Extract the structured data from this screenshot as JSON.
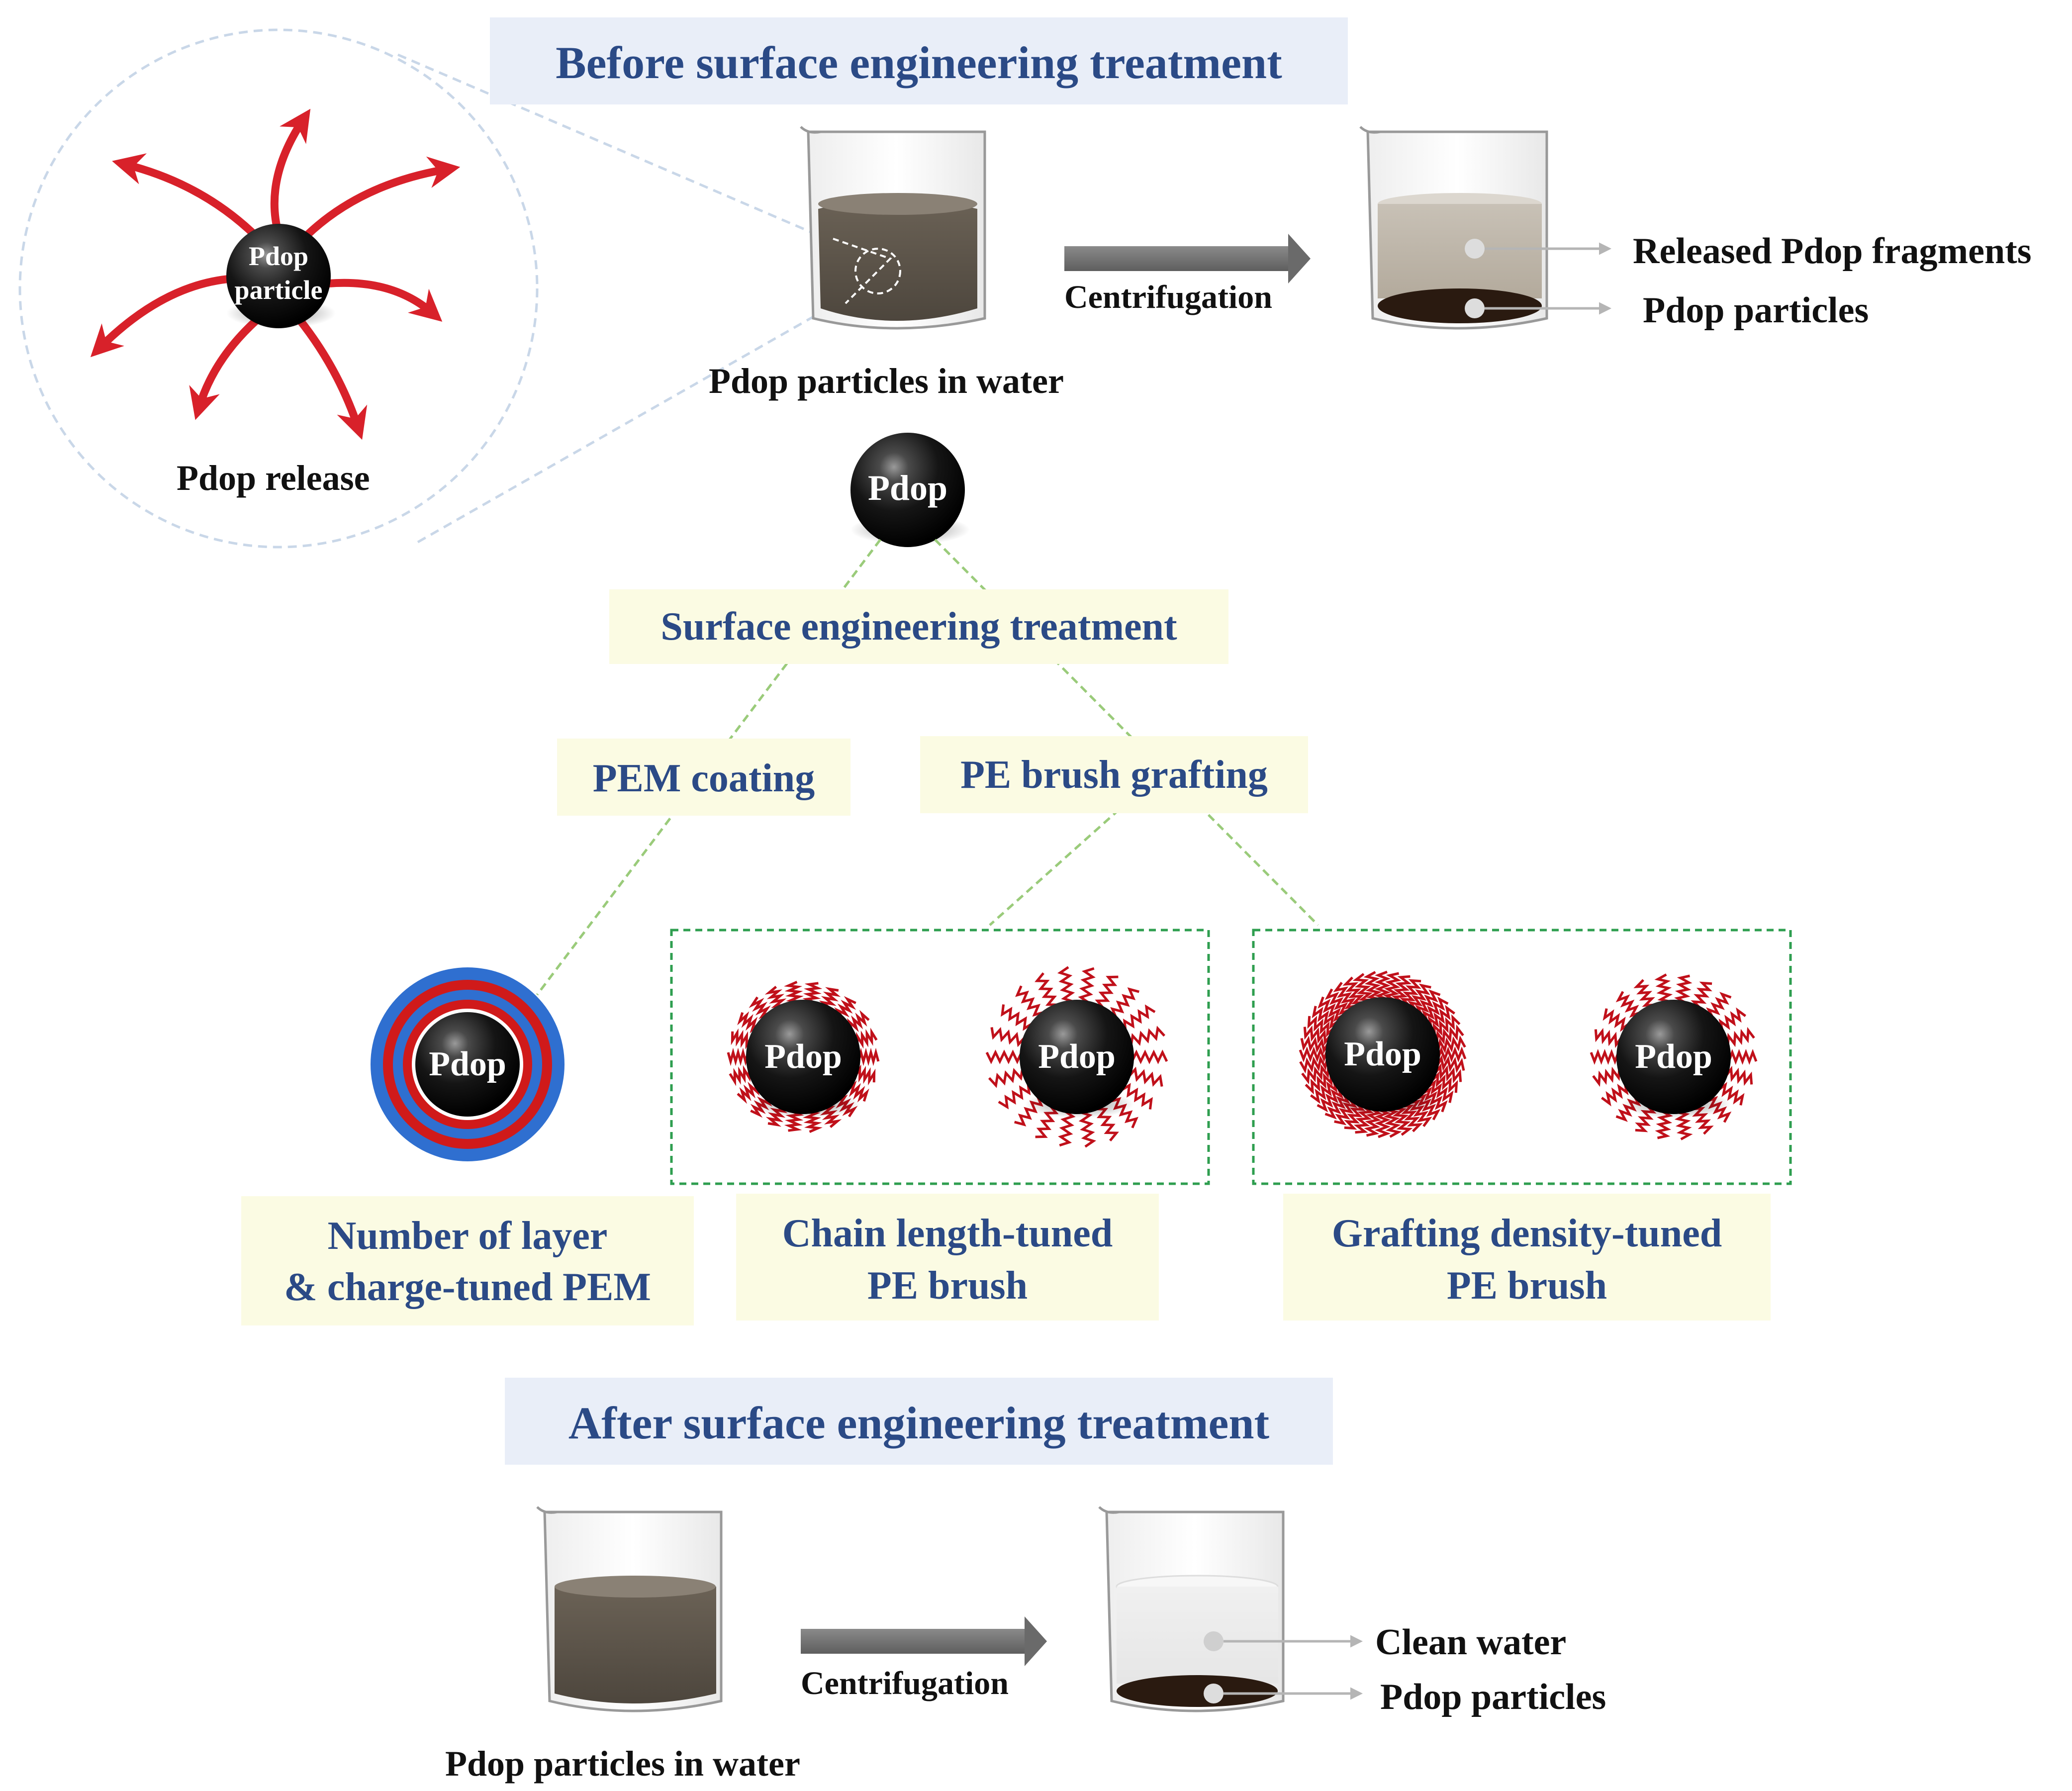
{
  "before": {
    "title": "Before surface engineering treatment",
    "pdop_release_label": "Pdop release",
    "pdop_particle_label_line1": "Pdop",
    "pdop_particle_label_line2": "particle",
    "beaker_caption": "Pdop particles in water",
    "centrifugation_label": "Centrifugation",
    "released_fragments_label": "Released Pdop fragments",
    "pdop_particles_label": "Pdop particles"
  },
  "treatment": {
    "center_particle_label": "Pdop",
    "title": "Surface engineering treatment",
    "pem_coating_label": "PEM coating",
    "pe_brush_label": "PE brush grafting",
    "particle_labels": [
      "Pdop",
      "Pdop",
      "Pdop",
      "Pdop",
      "Pdop"
    ],
    "pem_caption_line1": "Number of layer",
    "pem_caption_line2": "& charge-tuned PEM",
    "chain_caption_line1": "Chain length-tuned",
    "chain_caption_line2": "PE brush",
    "density_caption_line1": "Grafting density-tuned",
    "density_caption_line2": "PE brush"
  },
  "after": {
    "title": "After surface engineering treatment",
    "beaker_caption": "Pdop particles in water",
    "centrifugation_label": "Centrifugation",
    "clean_water_label": "Clean water",
    "pdop_particles_label": "Pdop particles"
  },
  "colors": {
    "title_blue": "#2b4a86",
    "brush_red": "#c0101a",
    "pem_blue": "#2f6fd0",
    "pem_red": "#d01a1a",
    "dashed_green": "#2e9e4f",
    "link_green": "#9acb7a",
    "release_arrow": "#d8212a"
  }
}
